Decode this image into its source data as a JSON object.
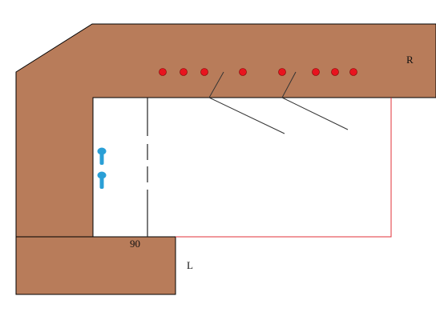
{
  "labels": {
    "r": "R",
    "l": "L",
    "angle": "90"
  },
  "colors": {
    "wall": "#b87c5a",
    "wall_stroke": "#000000",
    "dot": "#e8141e",
    "screw": "#2a9fd6",
    "red_line": "#e0303a",
    "line": "#333333"
  },
  "icons": {
    "dot": "red-dot-icon",
    "screw": "blue-screw-icon"
  }
}
